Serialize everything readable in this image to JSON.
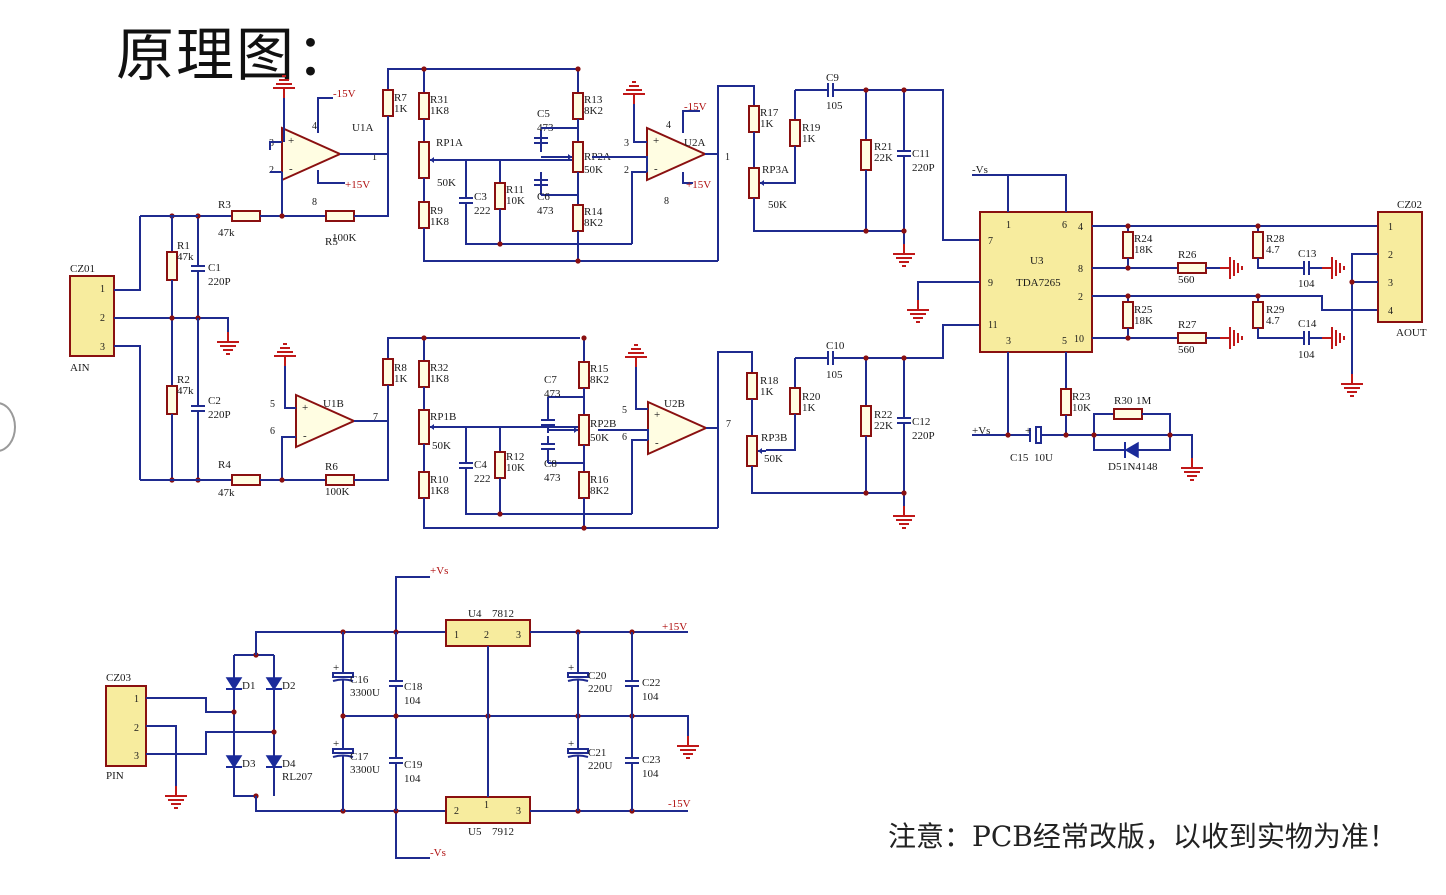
{
  "title": "原理图：",
  "note": "注意：PCB经常改版，以收到实物为准！",
  "connectors": [
    {
      "name": "CZ01",
      "label": "AIN",
      "pins": [
        "1",
        "2",
        "3"
      ]
    },
    {
      "name": "CZ02",
      "label": "AOUT",
      "pins": [
        "1",
        "2",
        "3",
        "4"
      ]
    },
    {
      "name": "CZ03",
      "label": "PIN",
      "pins": [
        "1",
        "2",
        "3"
      ]
    }
  ],
  "ics": [
    {
      "name": "U1A",
      "pins": [
        "3",
        "2",
        "4",
        "1",
        "8"
      ]
    },
    {
      "name": "U1B",
      "pins": [
        "5",
        "6",
        "7"
      ]
    },
    {
      "name": "U2A",
      "pins": [
        "3",
        "2",
        "4",
        "1",
        "8"
      ]
    },
    {
      "name": "U2B",
      "pins": [
        "5",
        "6",
        "7"
      ]
    },
    {
      "name": "U3",
      "part": "TDA7265",
      "pins": [
        "1",
        "6",
        "7",
        "4",
        "9",
        "8",
        "2",
        "11",
        "3",
        "5",
        "10"
      ]
    },
    {
      "name": "U4",
      "part": "7812",
      "pins": [
        "1",
        "2",
        "3"
      ]
    },
    {
      "name": "U5",
      "part": "7912",
      "pins": [
        "2",
        "1",
        "3"
      ]
    }
  ],
  "supply_labels": {
    "neg15": "-15V",
    "pos15": "+15V",
    "neg_vs": "-Vs",
    "pos_vs": "+Vs"
  },
  "components": [
    {
      "ref": "R1",
      "value": "47k"
    },
    {
      "ref": "R2",
      "value": "47k"
    },
    {
      "ref": "C1",
      "value": "220P"
    },
    {
      "ref": "C2",
      "value": "220P"
    },
    {
      "ref": "R3",
      "value": "47k"
    },
    {
      "ref": "R4",
      "value": "47k"
    },
    {
      "ref": "R5",
      "value": "100K"
    },
    {
      "ref": "R6",
      "value": "100K"
    },
    {
      "ref": "R7",
      "value": "1K"
    },
    {
      "ref": "R8",
      "value": "1K"
    },
    {
      "ref": "R31",
      "value": "1K8"
    },
    {
      "ref": "R32",
      "value": "1K8"
    },
    {
      "ref": "RP1A",
      "value": "50K"
    },
    {
      "ref": "RP1B",
      "value": "50K"
    },
    {
      "ref": "R9",
      "value": "1K8"
    },
    {
      "ref": "R10",
      "value": "1K8"
    },
    {
      "ref": "C3",
      "value": "222"
    },
    {
      "ref": "C4",
      "value": "222"
    },
    {
      "ref": "R11",
      "value": "10K"
    },
    {
      "ref": "R12",
      "value": "10K"
    },
    {
      "ref": "C5",
      "value": "473"
    },
    {
      "ref": "C6",
      "value": "473"
    },
    {
      "ref": "C7",
      "value": "473"
    },
    {
      "ref": "C8",
      "value": "473"
    },
    {
      "ref": "R13",
      "value": "8K2"
    },
    {
      "ref": "R14",
      "value": "8K2"
    },
    {
      "ref": "R15",
      "value": "8K2"
    },
    {
      "ref": "R16",
      "value": "8K2"
    },
    {
      "ref": "RP2A",
      "value": "50K"
    },
    {
      "ref": "RP2B",
      "value": "50K"
    },
    {
      "ref": "R17",
      "value": "1K"
    },
    {
      "ref": "R18",
      "value": "1K"
    },
    {
      "ref": "RP3A",
      "value": "50K"
    },
    {
      "ref": "RP3B",
      "value": "50K"
    },
    {
      "ref": "R19",
      "value": "1K"
    },
    {
      "ref": "R20",
      "value": "1K"
    },
    {
      "ref": "C9",
      "value": "105"
    },
    {
      "ref": "C10",
      "value": "105"
    },
    {
      "ref": "R21",
      "value": "22K"
    },
    {
      "ref": "R22",
      "value": "22K"
    },
    {
      "ref": "C11",
      "value": "220P"
    },
    {
      "ref": "C12",
      "value": "220P"
    },
    {
      "ref": "R24",
      "value": "18K"
    },
    {
      "ref": "R25",
      "value": "18K"
    },
    {
      "ref": "R26",
      "value": "560"
    },
    {
      "ref": "R27",
      "value": "560"
    },
    {
      "ref": "R28",
      "value": "4.7"
    },
    {
      "ref": "R29",
      "value": "4.7"
    },
    {
      "ref": "C13",
      "value": "104"
    },
    {
      "ref": "C14",
      "value": "104"
    },
    {
      "ref": "R23",
      "value": "10K"
    },
    {
      "ref": "R30",
      "value": "1M"
    },
    {
      "ref": "C15",
      "value": "10U"
    },
    {
      "ref": "D5",
      "value": "1N4148"
    },
    {
      "ref": "D1",
      "value": ""
    },
    {
      "ref": "D2",
      "value": ""
    },
    {
      "ref": "D3",
      "value": ""
    },
    {
      "ref": "D4",
      "value": "RL207"
    },
    {
      "ref": "C16",
      "value": "3300U"
    },
    {
      "ref": "C17",
      "value": "3300U"
    },
    {
      "ref": "C18",
      "value": "104"
    },
    {
      "ref": "C19",
      "value": "104"
    },
    {
      "ref": "C20",
      "value": "220U"
    },
    {
      "ref": "C21",
      "value": "220U"
    },
    {
      "ref": "C22",
      "value": "104"
    },
    {
      "ref": "C23",
      "value": "104"
    }
  ]
}
